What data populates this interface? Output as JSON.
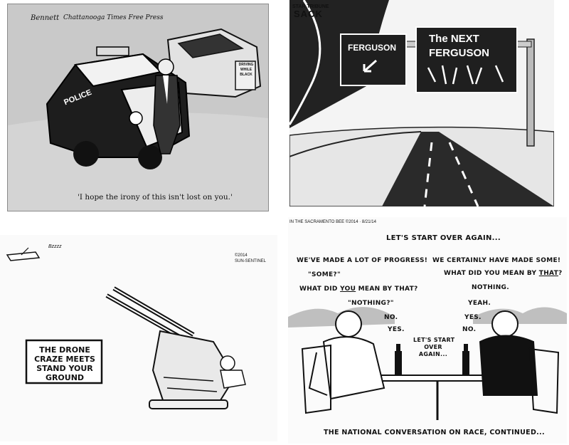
{
  "panels": {
    "police": {
      "artist": "Bennett",
      "paper": "Chattanooga Times Free Press",
      "car_label": "POLICE",
      "car2_label": "DRIVING WHILE BLACK",
      "caption": "'I hope the irony of this isn't lost on you.'"
    },
    "ferguson": {
      "artist": "SACK",
      "paper": "STAR TRIBUNE",
      "sign_left": "FERGUSON",
      "sign_right_line1_a": "The",
      "sign_right_line1_b": "NEXT",
      "sign_right_line2": "FERGUSON"
    },
    "drone": {
      "sound": "Bzzzz",
      "box_line1": "THE DRONE",
      "box_line2": "CRAZE MEETS",
      "box_line3": "STAND YOUR",
      "box_line4": "GROUND",
      "credit_line1": "©2014",
      "credit_line2": "SUN-SENTINEL"
    },
    "race": {
      "credit": "IN THE SACRAMENTO BEE ©2014 · 8/21/14",
      "title": "LET'S START OVER AGAIN...",
      "l1": "WE'VE MADE A LOT OF PROGRESS!",
      "l2": "\"SOME?\"",
      "l3a": "WHAT DID ",
      "l3b": "YOU",
      "l3c": " MEAN BY THAT?",
      "l4": "\"NOTHING?\"",
      "l5": "NO.",
      "l6": "YES.",
      "r1": "WE CERTAINLY HAVE MADE SOME!",
      "r2a": "WHAT DID YOU MEAN BY ",
      "r2b": "THAT",
      "r2c": "?",
      "r3": "NOTHING.",
      "r4": "YEAH.",
      "r5": "YES.",
      "r6": "NO.",
      "mid1": "LET'S START",
      "mid2": "OVER",
      "mid3": "AGAIN...",
      "caption": "THE NATIONAL CONVERSATION ON RACE, CONTINUED..."
    }
  }
}
